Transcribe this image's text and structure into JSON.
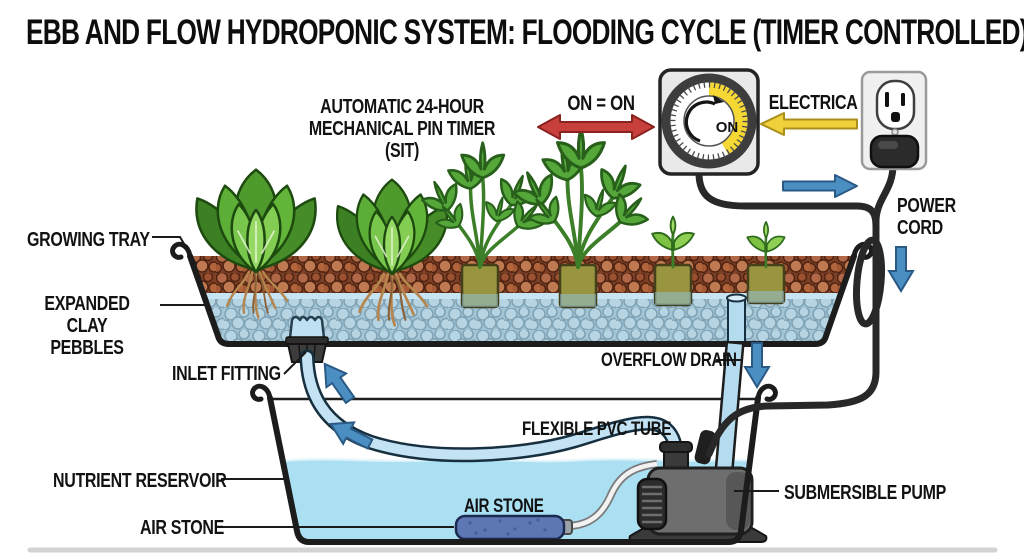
{
  "title": "EBB AND FLOW HYDROPONIC SYSTEM: FLOODING CYCLE (TIMER CONTROLLED)",
  "timer": {
    "dial_label": "ON"
  },
  "labels": {
    "timer_caption": "AUTOMATIC 24-HOUR\nMECHANICAL PIN TIMER (SIT)",
    "timer_state": "ON = ON",
    "electrical": "ELECTRICA",
    "power_cord": "POWER\nCORD",
    "growing_tray": "GROWING TRAY",
    "expanded_clay_pebbles": "EXPANDED CLAY\nPEBBLES",
    "inlet_fitting": "INLET FITTING",
    "overflow_drain": "OVERFLOW DRAIN",
    "flexible_pvc_tube": "FLEXIBLE PVC TUBE",
    "nutrient_reservoir": "NUTRIENT RESERVOIR",
    "air_stone_callout": "AIR STONE",
    "air_stone_inline": "AIR STONE",
    "submersible_pump": "SUBMERSIBLE PUMP"
  },
  "colors": {
    "red_arrow": "#c8403c",
    "yellow_arrow": "#f1d13b",
    "blue_arrow": "#4a8ec2",
    "water": "#abdff2",
    "clay_pebbles": "#b06848",
    "timer_highlight": "#f6d835",
    "air_stone": "#5d76b4"
  }
}
